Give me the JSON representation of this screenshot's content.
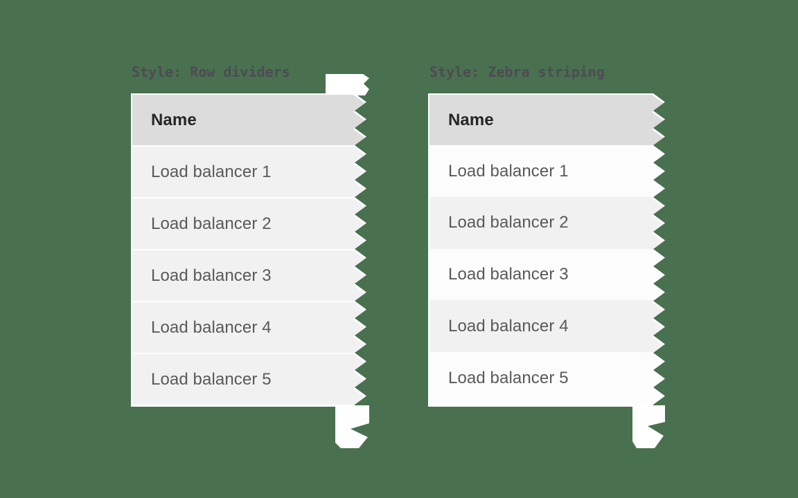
{
  "figure": {
    "description_colors": {
      "page_background": "#49714f",
      "title_text": "#4f4a55",
      "header_background": "#dcdcdc",
      "header_text": "#262626",
      "row_background": "#f1f1f1",
      "row_divider": "#ffffff",
      "zebra_row_light": "#fcfcfc",
      "zebra_row_dark": "#f0f1f0",
      "row_text": "#595959",
      "torn_paper": "#ffffff"
    }
  },
  "panels": [
    {
      "title": "Style: Row dividers",
      "table": {
        "header": "Name",
        "rows": [
          "Load balancer 1",
          "Load balancer 2",
          "Load balancer 3",
          "Load balancer 4",
          "Load balancer 5"
        ]
      }
    },
    {
      "title": "Style: Zebra striping",
      "table": {
        "header": "Name",
        "rows": [
          "Load balancer 1",
          "Load balancer 2",
          "Load balancer 3",
          "Load balancer 4",
          "Load balancer 5"
        ]
      }
    }
  ]
}
